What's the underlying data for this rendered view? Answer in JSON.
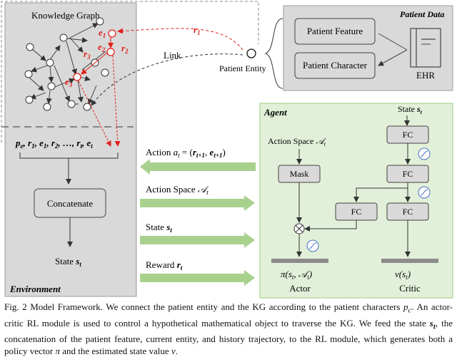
{
  "colors": {
    "environment_bg": "#d9d9d9",
    "agent_bg": "#e2f0d9",
    "agent_border": "#a9d18e",
    "patient_bg": "#d9d9d9",
    "accent_red": "#e0211d",
    "flow_arrow": "#a9d18e",
    "box_bg": "#d9d9d9",
    "node_fill": "#ffffff"
  },
  "kg": {
    "title": "Knowledge Graph",
    "e1": "e",
    "e1_sub": "1",
    "e2": "e",
    "e2_sub": "2",
    "e3": "e",
    "e3_sub": "3",
    "r1": "r",
    "r1_sub": "1",
    "r2": "r",
    "r2_sub": "2",
    "r3": "r",
    "r3_sub": "3"
  },
  "link": {
    "label": "Link"
  },
  "patient_entity": {
    "label": "Patient Entity"
  },
  "patient_data": {
    "title": "Patient Data",
    "feature": "Patient Feature",
    "character": "Patient Character",
    "ehr": "EHR"
  },
  "environment": {
    "title": "Environment",
    "trajectory": "p",
    "concatenate": "Concatenate",
    "state": "State "
  },
  "messages": {
    "action": "Action ",
    "action_space": "Action Space ",
    "state": "State ",
    "reward": "Reward "
  },
  "agent": {
    "title": "Agent",
    "state": "State ",
    "action_space": "Action Space ",
    "mask": "Mask",
    "fc": "FC",
    "actor": "Actor",
    "critic": "Critic",
    "policy": "π(s",
    "value": "v(s"
  },
  "caption": {
    "part1": "Fig. 2 Model Framework. We connect the patient entity and the KG according to the patient characters ",
    "pc": "p",
    "pc_sub": "c",
    "part2": ". An actor-critic RL module is used to control a hypothetical mathematical object to traverse the KG. We feed the state ",
    "st": "s",
    "st_sub": "t",
    "part3": ", the concatenation of the patient feature, current entity, and history trajectory, to the RL module, which generates both a policy vector ",
    "pi": "π",
    "part4": " and the estimated state value ",
    "v": "v",
    "part5": "."
  }
}
